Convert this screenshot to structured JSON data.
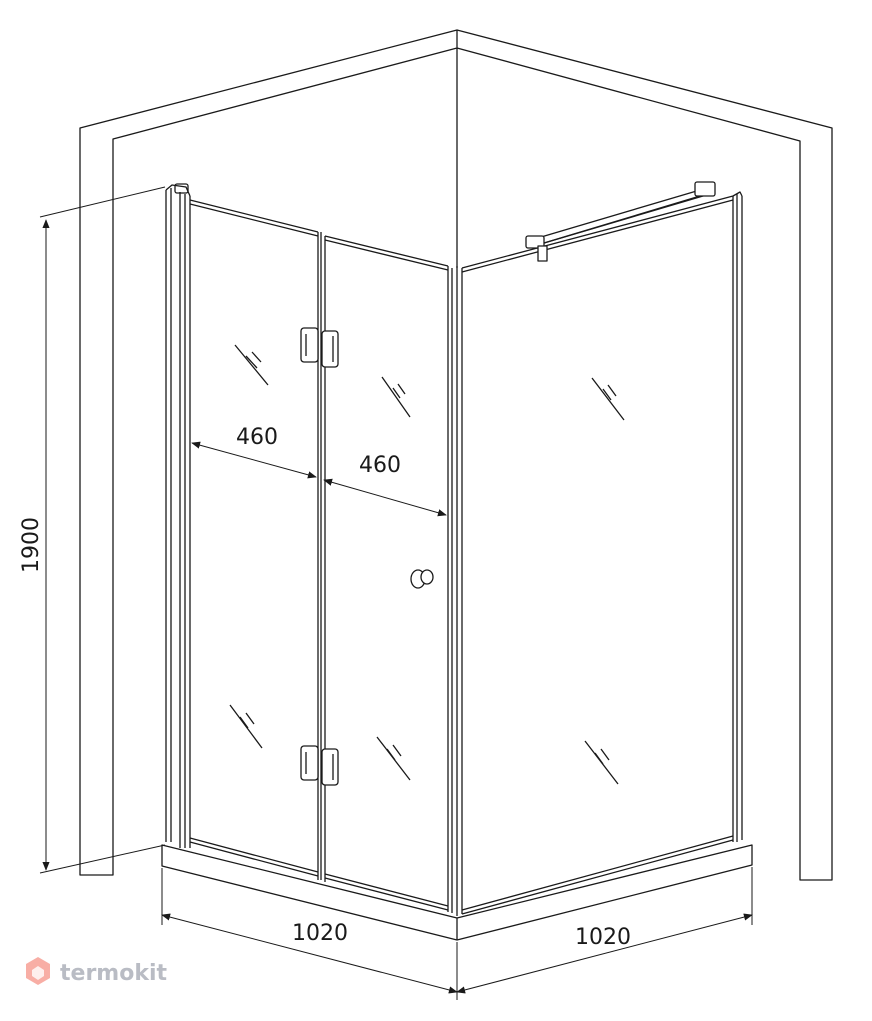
{
  "diagram": {
    "dimensions": {
      "height": "1900",
      "door_panel_left": "460",
      "door_panel_right": "460",
      "front_width": "1020",
      "side_width": "1020"
    }
  },
  "watermark": {
    "brand": "termokit"
  },
  "colors": {
    "line": "#1a1a1a",
    "watermark": "#b9bcc4",
    "watermark_logo": "#f26b5b"
  }
}
